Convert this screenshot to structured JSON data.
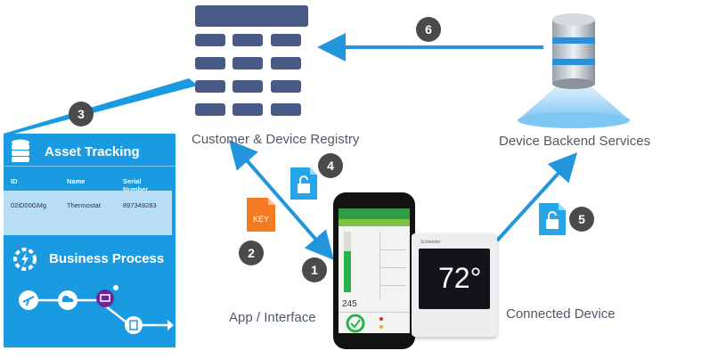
{
  "labels": {
    "registry": "Customer & Device Registry",
    "backend": "Device Backend Services",
    "app": "App / Interface",
    "device": "Connected Device"
  },
  "badges": [
    "1",
    "2",
    "3",
    "4",
    "5",
    "6"
  ],
  "asset_panel": {
    "title": "Asset Tracking",
    "columns": [
      "ID",
      "Name",
      "Serial Number"
    ],
    "row": {
      "id": "02iD00GMg",
      "name": "Thermostat",
      "serial": "897349283"
    },
    "process_title": "Business Process"
  },
  "key_icon": {
    "label": "KEY"
  },
  "thermostat": {
    "temperature": "72°",
    "brand": "Schneider"
  },
  "phone": {
    "reading": "245"
  },
  "colors": {
    "arrow": "#2295dc",
    "panel": "#1a9ae0",
    "registry": "#4a5a86",
    "badge": "#4a4a4a",
    "key": "#f47b22",
    "lock": "#26a6e8"
  },
  "icons": [
    "database-icon",
    "gear-bolt-icon",
    "lock-icon",
    "key-icon",
    "server-icon"
  ]
}
